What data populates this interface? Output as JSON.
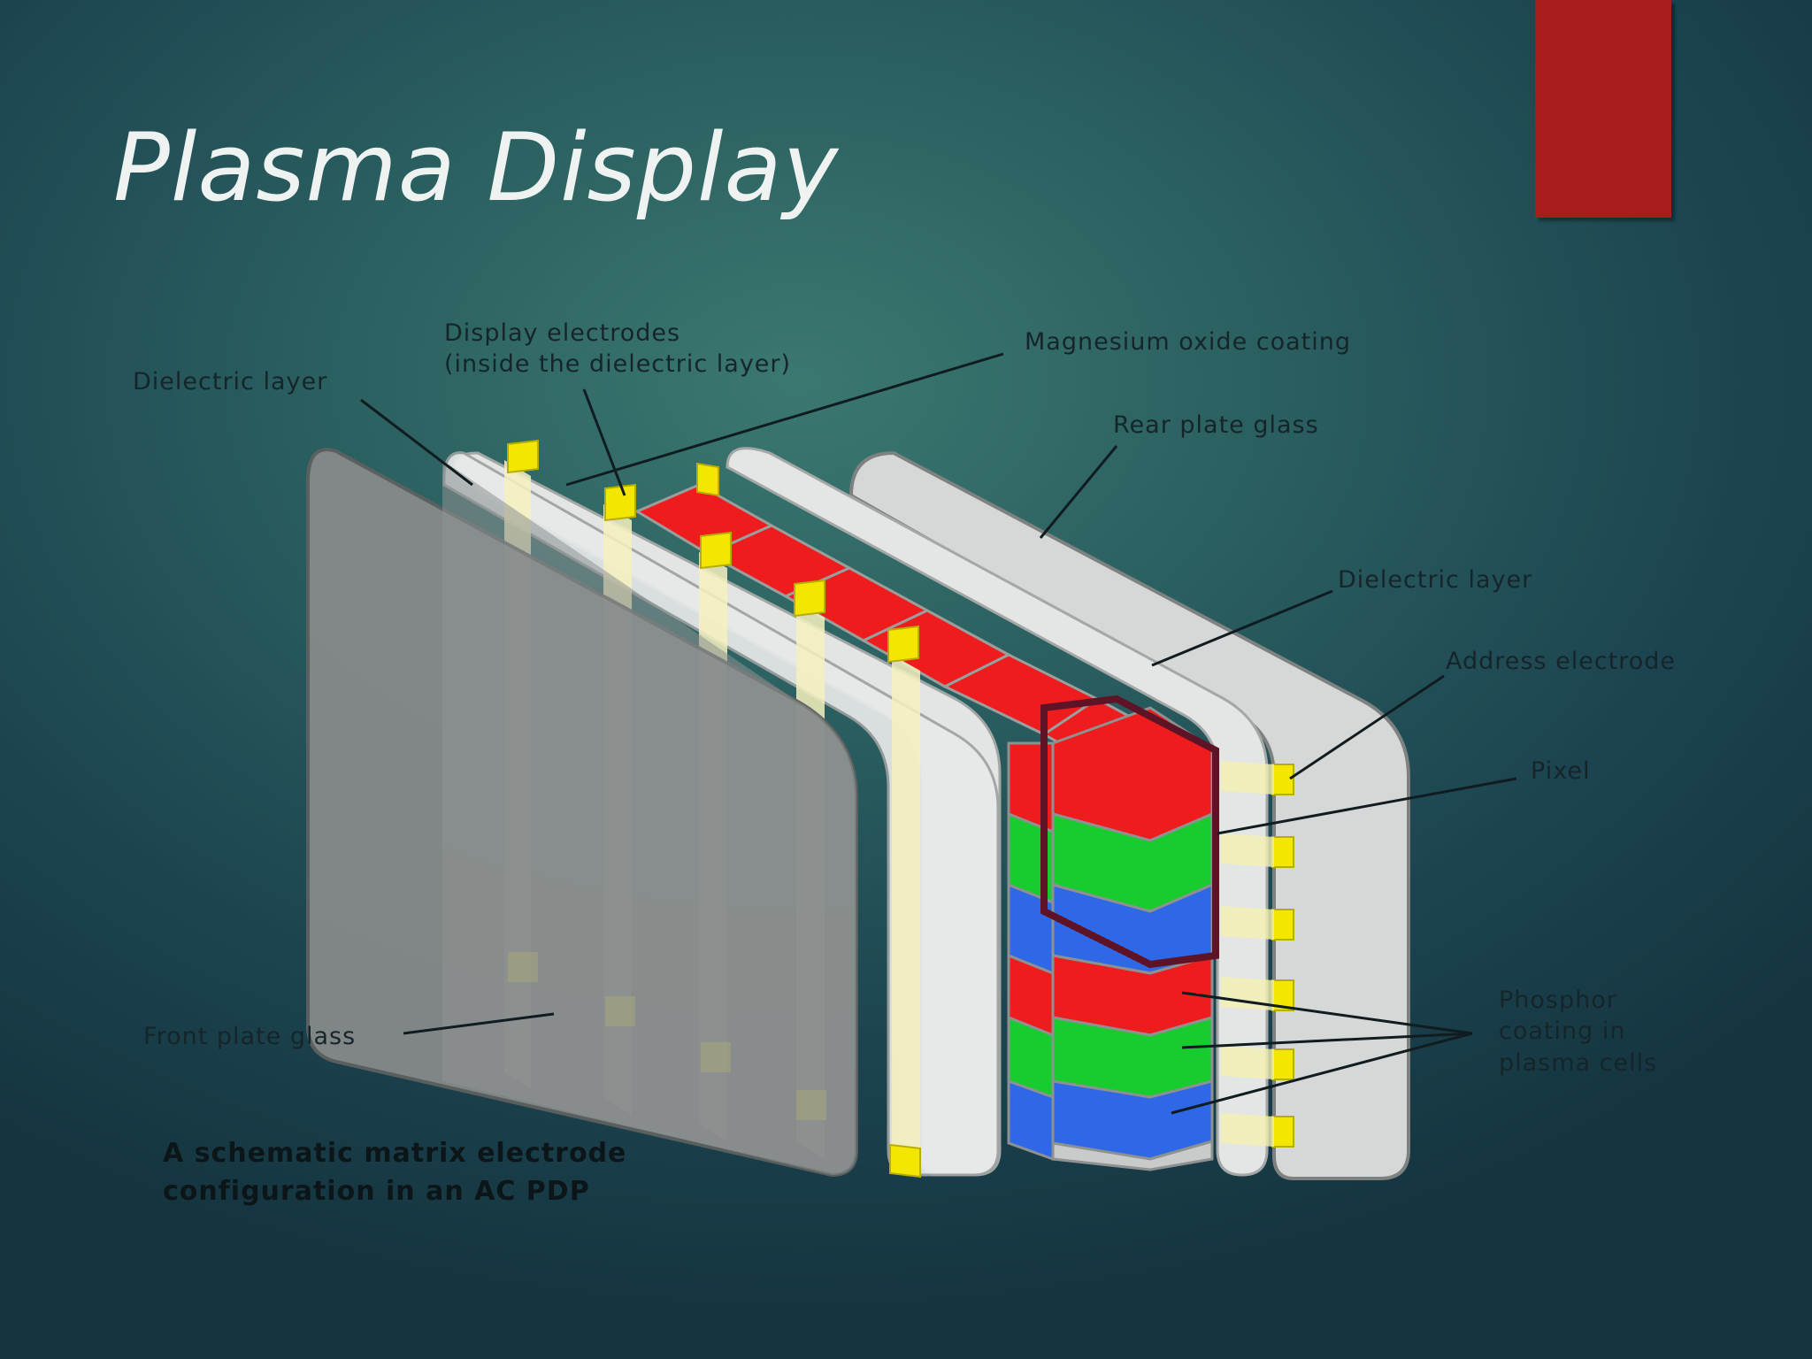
{
  "slide": {
    "title": "Plasma Display",
    "accent_color": "#a81d1b"
  },
  "diagram": {
    "labels": {
      "dielectric_layer_front": "Dielectric layer",
      "display_electrodes_line1": "Display electrodes",
      "display_electrodes_line2": "(inside the dielectric layer)",
      "magnesium_oxide": "Magnesium oxide coating",
      "rear_plate_glass": "Rear plate glass",
      "dielectric_layer_rear": "Dielectric layer",
      "address_electrode": "Address electrode",
      "pixel": "Pixel",
      "phosphor_line1": "Phosphor",
      "phosphor_line2": "coating in",
      "phosphor_line3": "plasma cells",
      "front_plate_glass": "Front plate glass"
    },
    "caption_line1": "A schematic matrix electrode",
    "caption_line2": "configuration in an AC PDP",
    "colors": {
      "phosphor_red": "#ee1c1c",
      "phosphor_green": "#18cc30",
      "phosphor_blue": "#2f68e6",
      "electrode_yellow": "#f3e600",
      "glass_front": "#8a8d8c",
      "glass_light": "#dcdedd"
    }
  }
}
